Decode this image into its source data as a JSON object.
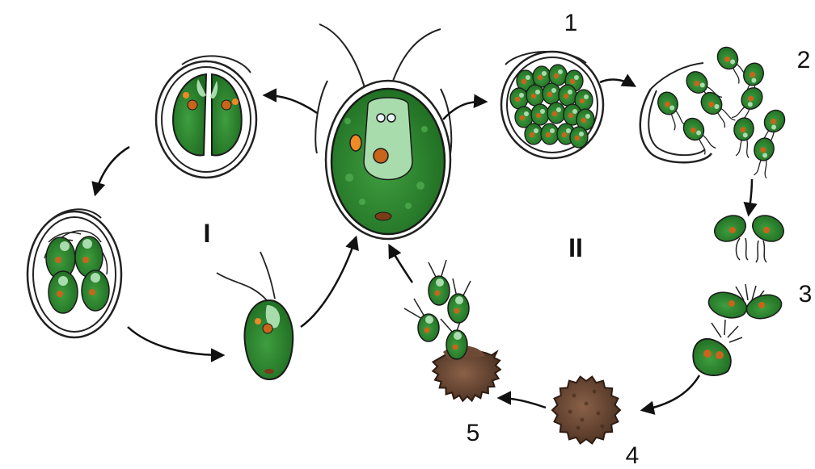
{
  "diagram": {
    "cycle_labels": {
      "asexual": "I",
      "sexual": "II"
    },
    "stage_numbers": [
      "1",
      "2",
      "3",
      "4",
      "5"
    ]
  },
  "colors": {
    "cell_green": "#2e8b2e",
    "cell_dark": "#1a5e1a",
    "chloroplast_light": "#8fd08f",
    "nucleus": "#c8651b",
    "eyespot": "#f08a24",
    "zygote_brown": "#6b4a36",
    "outline": "#1a1a1a"
  }
}
